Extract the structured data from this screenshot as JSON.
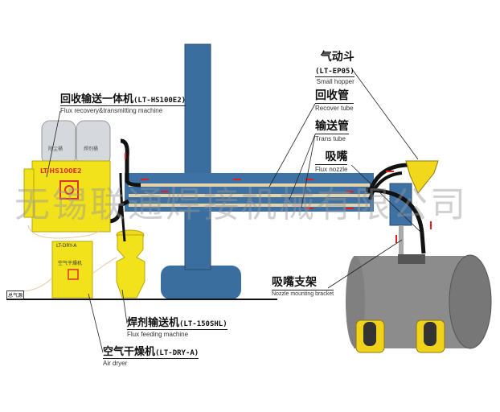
{
  "labels": {
    "recovery_machine": {
      "cn": "回收输送一体机",
      "model": "(LT-HS100E2)",
      "en": "Flux recovery&transmitting machine"
    },
    "hopper": {
      "cn": "气动斗",
      "model": "(LT-EP05)",
      "en": "Small hopper"
    },
    "recover_tube": {
      "cn": "回收管",
      "en": "Recover tube"
    },
    "trans_tube": {
      "cn": "输送管",
      "en": "Trans tube"
    },
    "nozzle": {
      "cn": "吸嘴",
      "en": "Flux nozzle"
    },
    "bracket": {
      "cn": "吸嘴支架",
      "en": "Nozzle mounting bracket"
    },
    "feeder": {
      "cn": "焊剂输送机",
      "model": "(LT-150SHL)",
      "en": "Flux feeding machine"
    },
    "dryer": {
      "cn": "空气干燥机",
      "model": "(LT-DRY-A)",
      "en": "Air dryer"
    }
  },
  "equipment": {
    "machine_plate": "LT-HS100E2",
    "tank_left": "除尘桶",
    "tank_right": "焊剂桶",
    "dryer_plate": "LT-DRY-A",
    "dryer_title": "空气干燥机",
    "air_source": "总气源"
  },
  "watermark": "无锡联通焊接机械有限公司",
  "colors": {
    "column": "#3a6e9e",
    "machine": "#f2e21c",
    "pipe": "#8c8c8c",
    "arrow": "#e02020"
  }
}
